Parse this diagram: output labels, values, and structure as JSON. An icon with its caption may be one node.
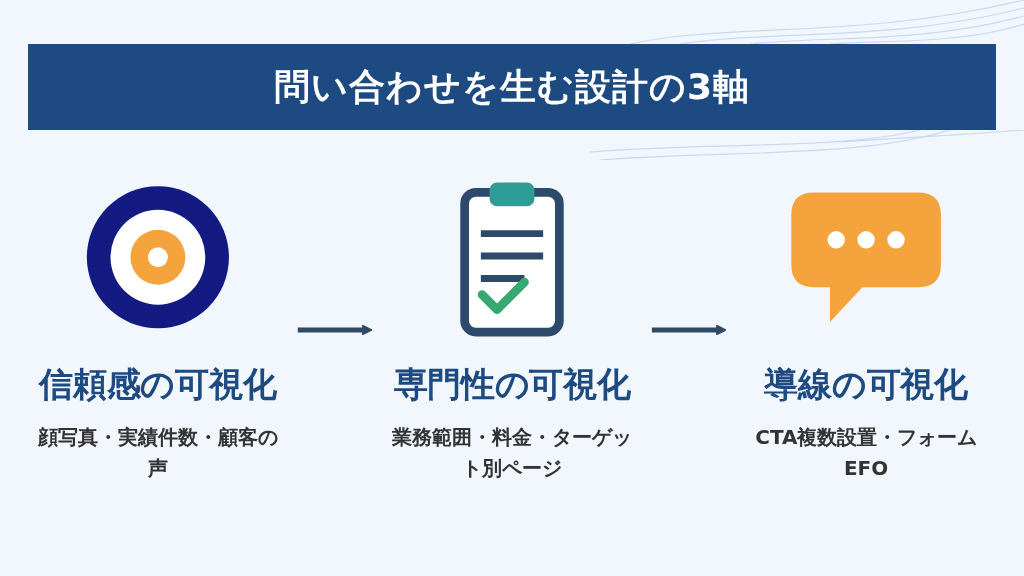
{
  "diagram": {
    "title": "問い合わせを生む設計の3軸",
    "nodes": [
      {
        "text": [
          "信頼感の可視化",
          "顔写真・実績件数・顧客の声"
        ]
      },
      {
        "text": [
          "専門性の可視化",
          "業務範囲・料金・ターゲット別ページ"
        ]
      },
      {
        "text": [
          "導線の可視化",
          "CTA複数設置・フォームEFO"
        ]
      }
    ],
    "edges": [
      {
        "from": 0,
        "to": 1,
        "arrow": "to"
      },
      {
        "from": 1,
        "to": 2,
        "arrow": "to"
      }
    ]
  }
}
